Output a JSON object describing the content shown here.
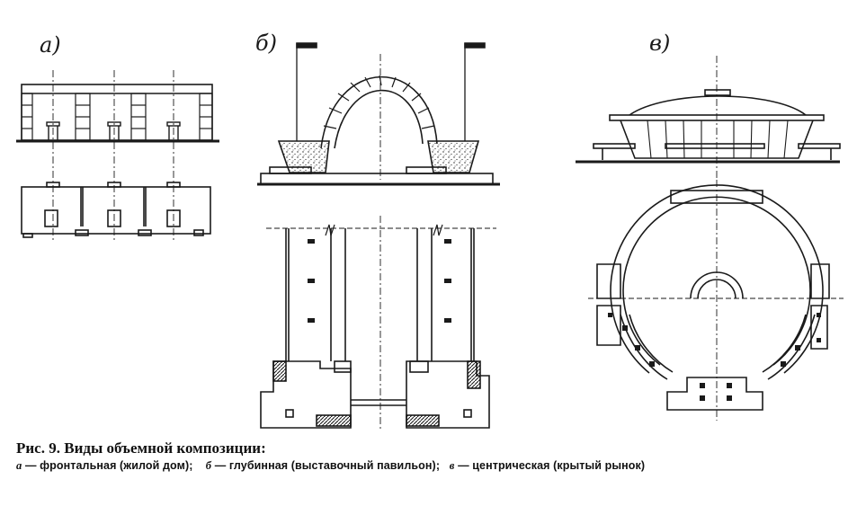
{
  "panels": {
    "a_label": "а)",
    "b_label": "б)",
    "c_label": "в)"
  },
  "caption": {
    "title": "Рис. 9. Виды объемной композиции:",
    "item_a_letter": "а",
    "item_a_text": "— фронтальная (жилой дом);",
    "item_b_letter": "б",
    "item_b_text": "— глубинная (выставочный павильон);",
    "item_c_letter": "в",
    "item_c_text": "— центрическая (крытый рынок)"
  },
  "colors": {
    "ink": "#1a1a1a",
    "paper": "#ffffff"
  }
}
